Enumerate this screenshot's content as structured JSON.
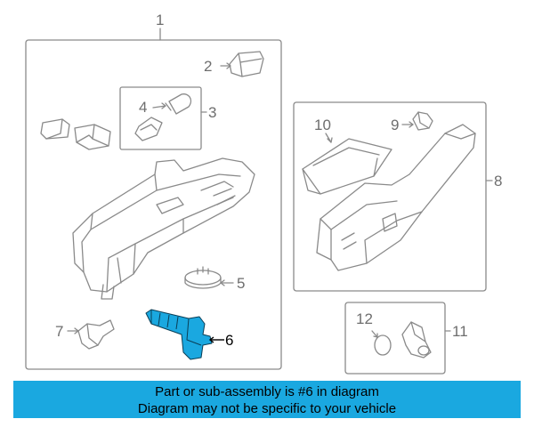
{
  "diagram": {
    "callouts": {
      "c1": "1",
      "c2": "2",
      "c3": "3",
      "c4": "4",
      "c5": "5",
      "c6": "6",
      "c7": "7",
      "c8": "8",
      "c9": "9",
      "c10": "10",
      "c11": "11",
      "c12": "12"
    },
    "highlight_part": "6",
    "colors": {
      "line": "#8a8a8a",
      "highlight": "#1aa8e0",
      "banner": "#1aa8e0",
      "text": "#6e6e6e"
    }
  },
  "banner": {
    "line1": "Part or sub-assembly is #6 in diagram",
    "line2": "Diagram may not be specific to your vehicle"
  }
}
